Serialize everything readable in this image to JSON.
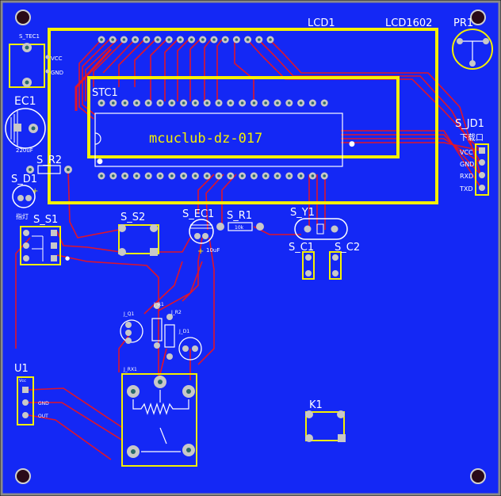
{
  "colors": {
    "board": "#1428f5",
    "frame": "#8a8a8a",
    "silk": "#f5f000",
    "label": "#ffffff",
    "trace": "#e0142a",
    "pad": "#c8c8c8",
    "pad_hole": "#2a6a6a",
    "mount": "#d0d0d0"
  },
  "labels": {
    "lcd1": "LCD1",
    "lcd1602": "LCD1602",
    "pr1": "PR1",
    "stc1": "STC1",
    "s_tec1": "S_TEC1",
    "vcc_small": "VCC",
    "gnd_small": "GND",
    "ec1": "EC1",
    "ec1_val": "220uF",
    "mcu_text": "mcuclub-dz-017",
    "s_r2": "S_R2",
    "s_d1": "S_D1",
    "d1_text": "指灯",
    "s_s1": "S_S1",
    "s_s2": "S_S2",
    "s_ec1": "S_EC1",
    "ec1_small": "10uF",
    "s_r1": "S_R1",
    "r1_val": "10k",
    "s_y1": "S_Y1",
    "s_c1": "S_C1",
    "s_c2": "S_C2",
    "s_jd1": "S_JD1",
    "download": "下载口",
    "jd_vcc": "VCC",
    "jd_gnd": "GND",
    "jd_rxd": "RXD",
    "jd_txd": "TXD",
    "u1": "U1",
    "u1_pin1": "Vcc",
    "u1_pin2": "GND",
    "u1_pin3": "OUT",
    "k1": "K1",
    "j_q1": "J_Q1",
    "j_r1": "J_R1",
    "j_r2": "J_R2",
    "j_d1": "J_D1",
    "j_rx1": "J_RX1"
  }
}
